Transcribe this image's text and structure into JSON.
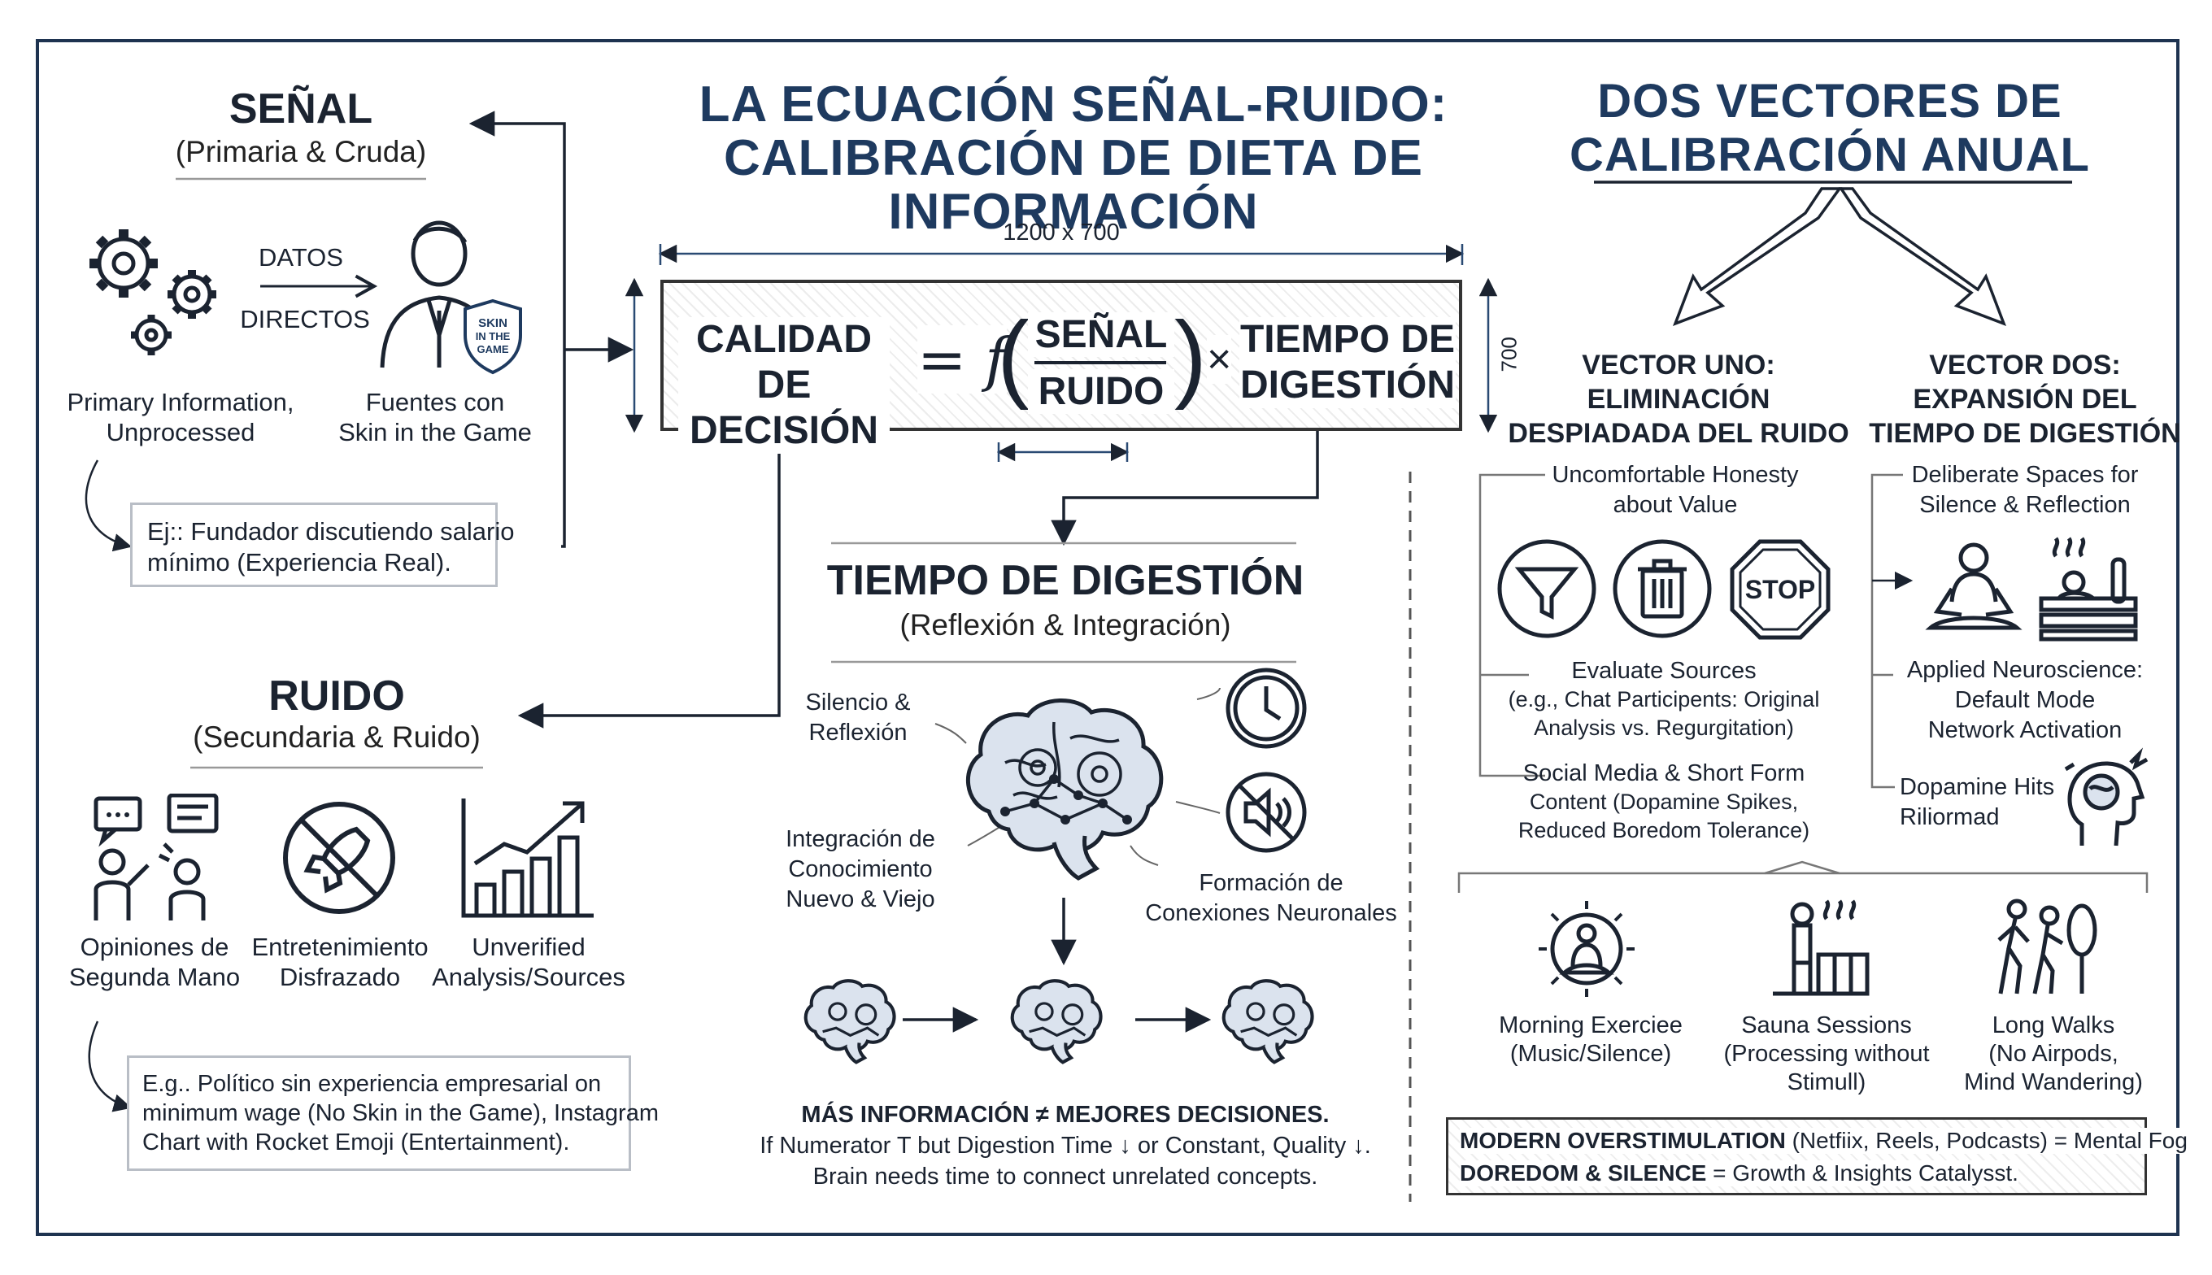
{
  "title": {
    "line1": "LA ECUACIÓN SEÑAL-RUIDO:",
    "line2": "CALIBRACIÓN DE DIETA DE INFORMACIÓN"
  },
  "signal": {
    "title": "SEÑAL",
    "subtitle": "(Primaria & Cruda)",
    "arrow_top": "DATOS",
    "arrow_bottom": "DIRECTOS",
    "left_caption_1": "Primary Information,",
    "left_caption_2": "Unprocessed",
    "right_caption_1": "Fuentes con",
    "right_caption_2": "Skin in the Game",
    "badge_1": "SKIN",
    "badge_2": "IN THE",
    "badge_3": "GAME",
    "example_1": "Ej:: Fundador discutiendo salario",
    "example_2": "mínimo (Experiencia Real)."
  },
  "noise": {
    "title": "RUIDO",
    "subtitle": "(Secundaria & Ruido)",
    "items": [
      {
        "l1": "Opiniones de",
        "l2": "Segunda Mano"
      },
      {
        "l1": "Entretenimiento",
        "l2": "Disfrazado"
      },
      {
        "l1": "Unverified",
        "l2": "Analysis/Sources"
      }
    ],
    "example_1": "E.g.. Político sin experiencia empresarial on",
    "example_2": "minimum wage (No Skin in the Game), Instagram",
    "example_3": "Chart with Rocket Emoji (Entertainment)."
  },
  "formula": {
    "dimension_w": "1200 x 700",
    "dimension_h": "700",
    "left_1": "CALIDAD DE",
    "left_2": "DECISIÓN",
    "equals_f": "= f",
    "numerator": "SEÑAL",
    "denominator": "RUIDO",
    "times": "×",
    "right_1": "TIEMPO DE",
    "right_2": "DIGESTIÓN"
  },
  "digestion": {
    "title": "TIEMPO DE DIGESTIÓN",
    "subtitle": "(Reflexión & Integración)",
    "label_silence_1": "Silencio &",
    "label_silence_2": "Reflexión",
    "label_integration_1": "Integración de",
    "label_integration_2": "Conocimiento",
    "label_integration_3": "Nuevo & Viejo",
    "label_formation_1": "Formación de",
    "label_formation_2": "Conexiones Neuronales",
    "note_1": "MÁS INFORMACIÓN ≠ MEJORES DECISIONES.",
    "note_2": "If Numerator T but Digestion Time ↓ or Constant, Quality ↓.",
    "note_3": "Brain needs time to connect unrelated concepts."
  },
  "vectors": {
    "title_1": "DOS VECTORES DE",
    "title_2": "CALIBRACIÓN ANUAL",
    "v1": {
      "title_1": "VECTOR UNO:",
      "title_2": "ELIMINACIÓN",
      "title_3": "DESPIADADA DEL RUIDO",
      "item1_1": "Uncomfortable Honesty",
      "item1_2": "about Value",
      "stop": "STOP",
      "item2_1": "Evaluate Sources",
      "item2_2": "(e.g., Chat Participents: Original",
      "item2_3": "Analysis vs. Regurgitation)",
      "item3_1": "Social Media & Short Form",
      "item3_2": "Content (Dopamine Spikes,",
      "item3_3": "Reduced Boredom Tolerance)"
    },
    "v2": {
      "title_1": "VECTOR DOS:",
      "title_2": "EXPANSIÓN DEL",
      "title_3": "TIEMPO DE DIGESTIÓN",
      "item1_1": "Deliberate Spaces for",
      "item1_2": "Silence & Reflection",
      "item2_1": "Applied Neuroscience:",
      "item2_2": "Default Mode",
      "item2_3": "Network Activation",
      "item3_1": "Dopamine Hits",
      "item3_2": "Riliormad"
    },
    "practices": [
      {
        "l1": "Morning Exerciee",
        "l2": "(Music/Silence)"
      },
      {
        "l1": "Sauna Sessions",
        "l2": "(Processing without",
        "l3": "Stimull)"
      },
      {
        "l1": "Long Walks",
        "l2": "(No Airpods,",
        "l3": "Mind Wandering)"
      }
    ],
    "footer_1_bold": "MODERN OVERSTIMULATION",
    "footer_1_rest": " (Netfiix, Reels, Podcasts) = Mental Fog",
    "footer_2_bold": "DOREDOM & SILENCE",
    "footer_2_rest": " = Growth & Insights Catalysst."
  },
  "colors": {
    "navy": "#1e3a5f",
    "ink": "#1b2330",
    "brain_fill": "#dbe3ee",
    "hatch": "#ececec"
  },
  "icons": [
    "gears-icon",
    "person-icon",
    "shield-badge-icon",
    "speech-bubbles-icon",
    "no-rocket-icon",
    "bar-chart-icon",
    "brain-icon",
    "clock-icon",
    "mute-icon",
    "funnel-icon",
    "trash-icon",
    "stop-sign-icon",
    "meditation-icon",
    "sauna-icon",
    "walking-icon"
  ]
}
